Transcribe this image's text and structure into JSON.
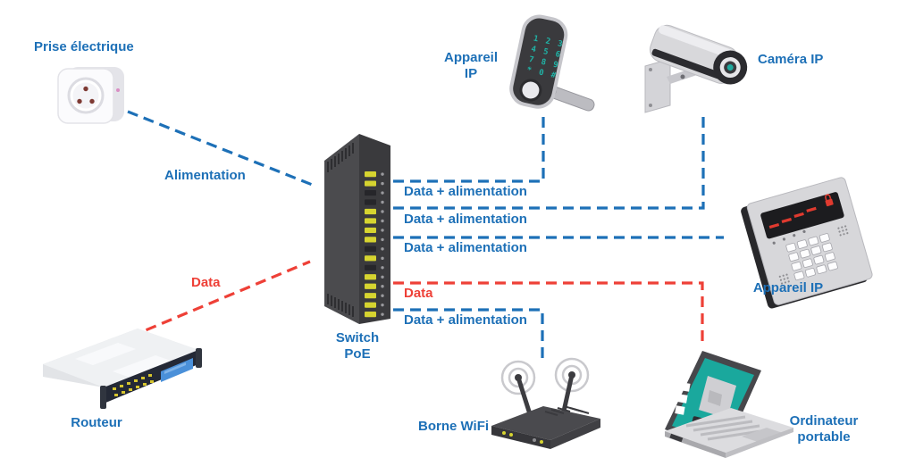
{
  "diagram_title": "Switch PoE network diagram",
  "colors": {
    "blue": "#1d70b7",
    "red": "#ee4037",
    "teal": "#1aa89d",
    "port_on": "#d6d430",
    "port_off": "#26262a",
    "port_dot": "#9a9a9e"
  },
  "nodes": {
    "outlet": {
      "label": "Prise électrique"
    },
    "lock": {
      "label_line1": "Appareil",
      "label_line2": "IP"
    },
    "camera": {
      "label": "Caméra IP"
    },
    "panel": {
      "label": "Appareil IP"
    },
    "laptop": {
      "label_line1": "Ordinateur",
      "label_line2": "portable"
    },
    "wifi": {
      "label": "Borne WiFi"
    },
    "router": {
      "label": "Routeur"
    },
    "switch": {
      "label_line1": "Switch",
      "label_line2": "PoE"
    }
  },
  "connections": [
    {
      "id": "outlet-to-switch",
      "label": "Alimentation",
      "type": "power"
    },
    {
      "id": "router-to-switch",
      "label": "Data",
      "type": "data"
    },
    {
      "id": "switch-to-lock",
      "label": "Data + alimentation",
      "type": "data+power"
    },
    {
      "id": "switch-to-camera",
      "label": "Data + alimentation",
      "type": "data+power"
    },
    {
      "id": "switch-to-panel",
      "label": "Data + alimentation",
      "type": "data+power"
    },
    {
      "id": "switch-to-laptop",
      "label": "Data",
      "type": "data"
    },
    {
      "id": "switch-to-wifi",
      "label": "Data + alimentation",
      "type": "data+power"
    }
  ],
  "switch_ports": [
    "on",
    "on",
    "off",
    "off",
    "on",
    "on",
    "on",
    "on",
    "off",
    "on",
    "off",
    "on",
    "on",
    "on",
    "on",
    "on"
  ],
  "lock_keypad_rows": [
    "1 2 3",
    "4 5 6",
    "7 8 9",
    "* 0 #"
  ]
}
